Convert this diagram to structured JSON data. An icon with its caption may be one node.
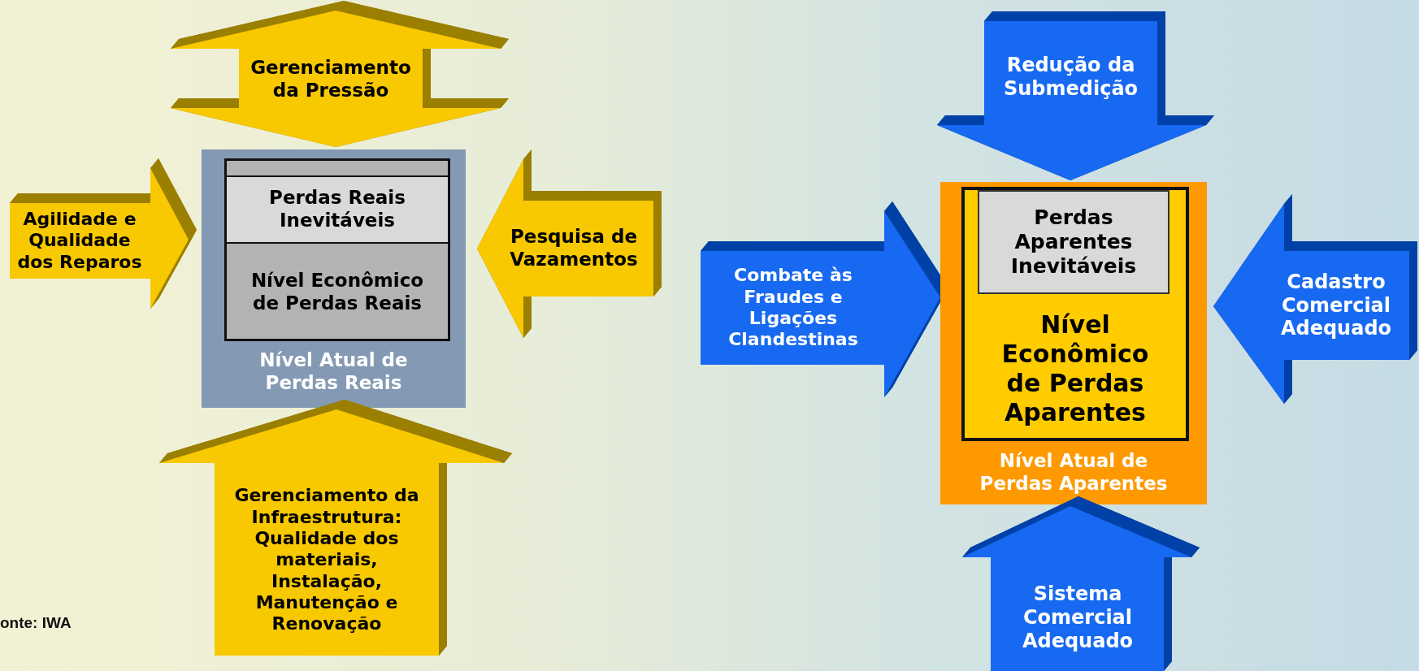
{
  "diagram": {
    "nodes": [
      {
        "text": [
          "Gerenciamento da Pressão"
        ]
      },
      {
        "text": [
          "Redução da Submedição"
        ]
      },
      {
        "text": [
          "Agilidade e Qualidade dos Reparos"
        ]
      },
      {
        "text": [
          "Nível Atual de Perdas Reais"
        ]
      },
      {
        "text": [],
        "shape": "box",
        "in": 3
      },
      {
        "text": [],
        "shape": "bar",
        "in": 4
      },
      {
        "text": [
          "Perdas Reais Inevitáveis"
        ],
        "in": 4
      },
      {
        "text": [
          "Nível Econômico de Perdas Reais"
        ],
        "in": 4
      },
      {
        "text": [
          "Pesquisa de Vazamentos"
        ]
      },
      {
        "text": [
          "Combate às Fraudes e Ligações Clandestinas"
        ]
      },
      {
        "text": [
          "Nível Atual de Perdas Aparentes"
        ]
      },
      {
        "text": [
          "Nível Econômico de Perdas Aparentes"
        ],
        "in": 10
      },
      {
        "text": [
          "Perdas Aparentes Inevitáveis"
        ],
        "in": 11
      },
      {
        "text": [
          "Cadastro Comercial Adequado"
        ]
      },
      {
        "text": [
          "Gerenciamento da Infraestrutura: Qualidade dos materiais, Instalação, Manutenção e Renovação"
        ]
      },
      {
        "text": [
          "Sistema Comercial Adequado"
        ]
      }
    ],
    "labels": [
      "onte: IWA"
    ]
  }
}
